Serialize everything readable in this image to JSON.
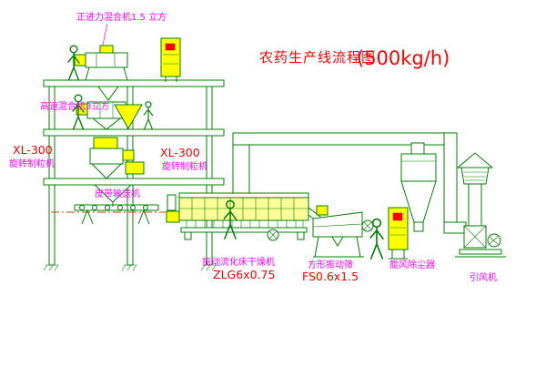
{
  "diagram": {
    "title": "农药生产线流程图",
    "capacity": "(500kg/h)",
    "labels": {
      "top_mixer": "正进力混合机1.5 立方",
      "floor2_mixer": "高速混合机3立方",
      "granulator_left_model": "XL-300",
      "granulator_left_name": "旋转制粒机",
      "granulator_center_model": "XL-300",
      "granulator_center_name": "旋转制粒机",
      "conveyor": "皮带输送机",
      "dryer": "振动流化床干燥机",
      "dryer_model": "ZLG6x0.75",
      "screen": "方形振动筛",
      "screen_model": "FS0.6x1.5",
      "cyclone": "旋风除尘器",
      "fan": "引风机"
    },
    "colors": {
      "line_green": "#008000",
      "equipment_yellow": "#ffff00",
      "label_magenta": "#ff00ff",
      "label_red": "#ff0000",
      "background": "#ffffff"
    },
    "icons": [
      "person-figure",
      "control-cabinet",
      "cyclone-separator",
      "vent-stack",
      "fan-motor"
    ]
  }
}
